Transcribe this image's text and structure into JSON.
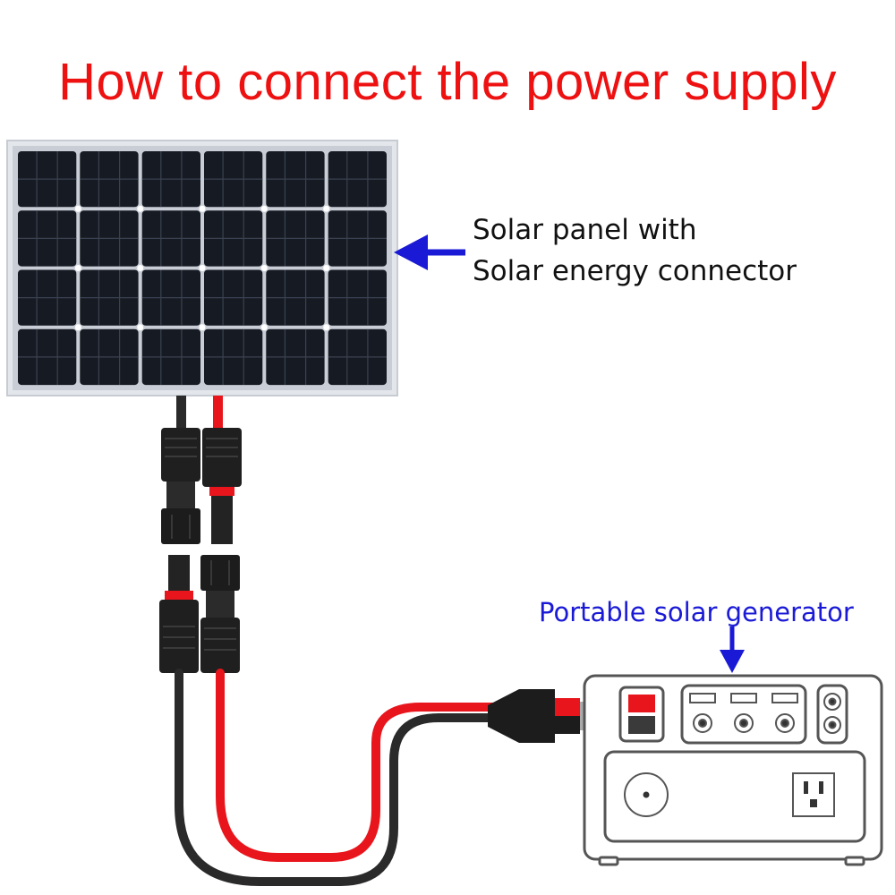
{
  "title": "How to connect the power supply",
  "panel_label": {
    "line1": "Solar panel with",
    "line2": "Solar energy connector"
  },
  "generator_label": "Portable solar generator",
  "colors": {
    "title": "#ee1111",
    "arrow": "#1a1ad6",
    "generator_label": "#1a1ad6",
    "red_wire": "#e8161c",
    "black_wire": "#2a2a2a",
    "panel_frame": "#dfe3e8",
    "panel_cell": "#161a22"
  },
  "icons": [
    "solar-panel",
    "mc4-connector",
    "anderson-connector",
    "power-station",
    "usb-port",
    "dc-port",
    "ac-outlet"
  ]
}
